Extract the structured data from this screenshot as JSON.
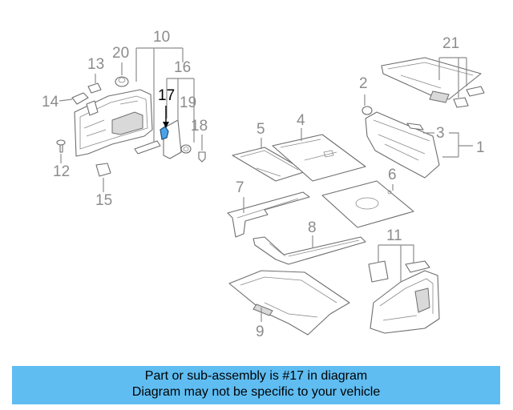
{
  "diagram": {
    "callouts": {
      "c1": "1",
      "c2": "2",
      "c3": "3",
      "c4": "4",
      "c5": "5",
      "c6": "6",
      "c7": "7",
      "c8": "8",
      "c9": "9",
      "c10": "10",
      "c11": "11",
      "c12": "12",
      "c13": "13",
      "c14": "14",
      "c15": "15",
      "c16": "16",
      "c17": "17",
      "c18": "18",
      "c19": "19",
      "c20": "20",
      "c21": "21"
    },
    "highlighted_callout": "17",
    "highlight_color": "#4aa3e6"
  },
  "banner": {
    "line1": "Part or sub-assembly is #17 in diagram",
    "line2": "Diagram may not be specific to your vehicle",
    "background": "#5fbdf2"
  }
}
